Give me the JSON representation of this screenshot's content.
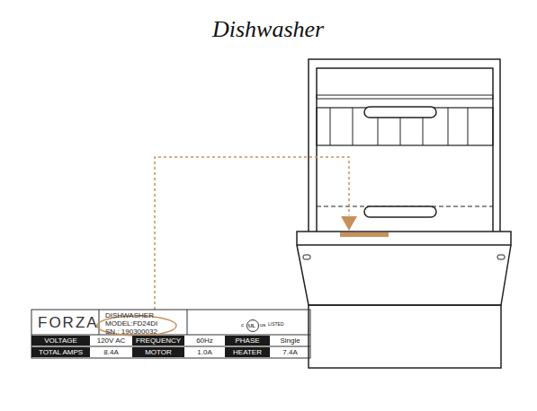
{
  "diagram": {
    "title": "Dishwasher",
    "labels": [
      "FORZA",
      "DISHWASHER",
      "MODEL:FD24DI",
      "SN.: 190300032",
      "c",
      "UL",
      "us",
      "LISTED",
      "VOLTAGE",
      "120V AC",
      "FREQUENCY",
      "60Hz",
      "PHASE",
      "Single",
      "TOTAL AMPS",
      "8.4A",
      "MOTOR",
      "1.0A",
      "HEATER",
      "7.4A"
    ]
  }
}
